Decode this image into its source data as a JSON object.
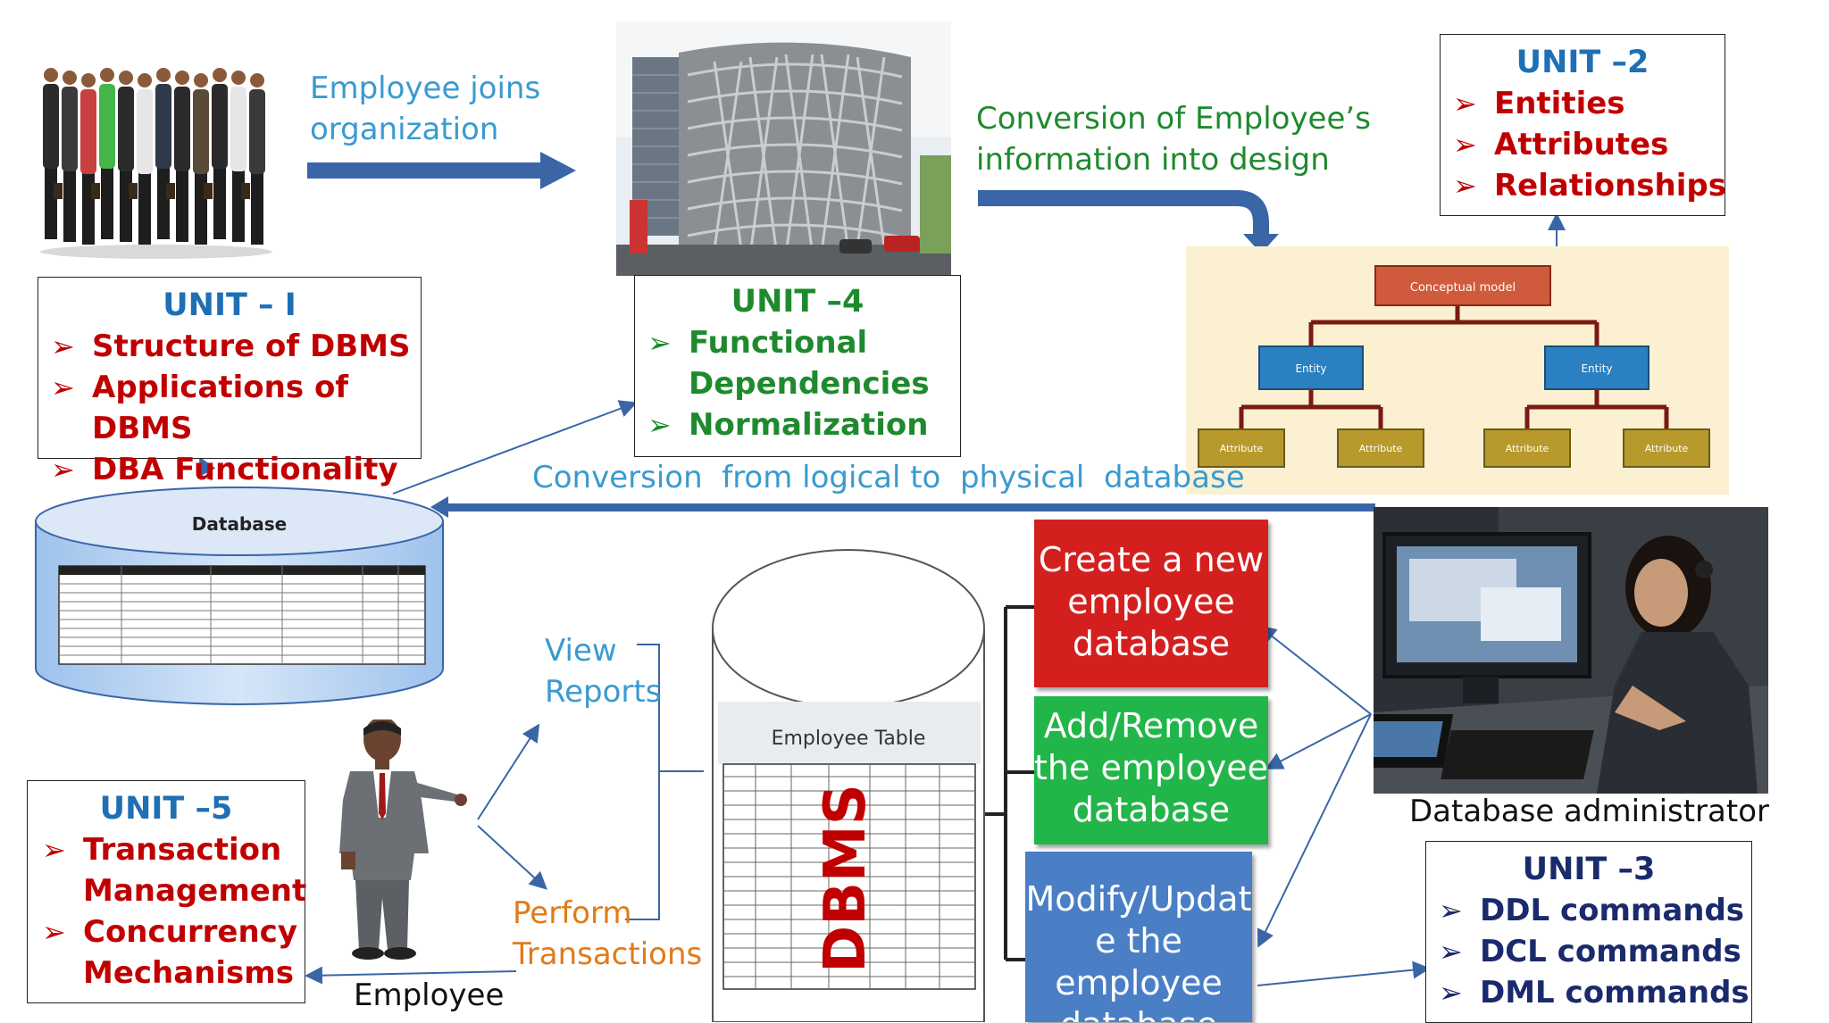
{
  "captions": {
    "employee_joins": [
      "Employee joins",
      "organization"
    ],
    "conversion_design": [
      "Conversion of Employee’s",
      "information into design"
    ],
    "conversion_physical": "Conversion  from logical to  physical  database",
    "view_reports": [
      "View",
      "Reports"
    ],
    "perform_transactions": [
      "Perform",
      "Transactions"
    ],
    "employee": "Employee",
    "database_administrator": "Database administrator"
  },
  "units": {
    "unit1": {
      "title": "UNIT – I",
      "items": [
        "Structure of DBMS",
        "Applications of DBMS",
        "DBA Functionality"
      ]
    },
    "unit2": {
      "title": "UNIT –2",
      "items": [
        "Entities",
        "Attributes",
        "Relationships"
      ]
    },
    "unit3": {
      "title": "UNIT –3",
      "items": [
        "DDL commands",
        "DCL commands",
        "DML commands"
      ]
    },
    "unit4": {
      "title": "UNIT –4",
      "items": [
        "Functional",
        "Dependencies",
        "Normalization"
      ]
    },
    "unit5": {
      "title": "UNIT –5",
      "items": [
        "Transaction",
        "Management",
        "Concurrency",
        "Mechanisms"
      ]
    }
  },
  "actions": {
    "create": [
      "Create a new",
      "employee",
      "database"
    ],
    "add_remove": [
      "Add/Remove",
      "the employee",
      "database"
    ],
    "modify": [
      "Modify/Updat",
      "e the",
      "employee",
      "database"
    ]
  },
  "database": {
    "label": "Database"
  },
  "dbms": {
    "label": "DBMS",
    "table_title": "Employee Table"
  },
  "conceptual": {
    "root": "Conceptual model",
    "entity": "Entity",
    "attribute": "Attribute"
  },
  "colors": {
    "unit1": "#1f6fb5",
    "unit2": "#1f6fb5",
    "unit3": "#1a2a6c",
    "unit4": "#1e8a2e",
    "unit5": "#1f6fb5",
    "item_red": "#c00000",
    "item_green": "#1e8a2e",
    "item_navy": "#1a2a6c",
    "caption_blue": "#3a9ad0",
    "caption_green": "#1e8a2e",
    "caption_orange": "#e07b1a",
    "arrow": "#3a66a8",
    "create": "#d41f1f",
    "add_remove": "#22b54a",
    "modify": "#4a7fc6"
  }
}
